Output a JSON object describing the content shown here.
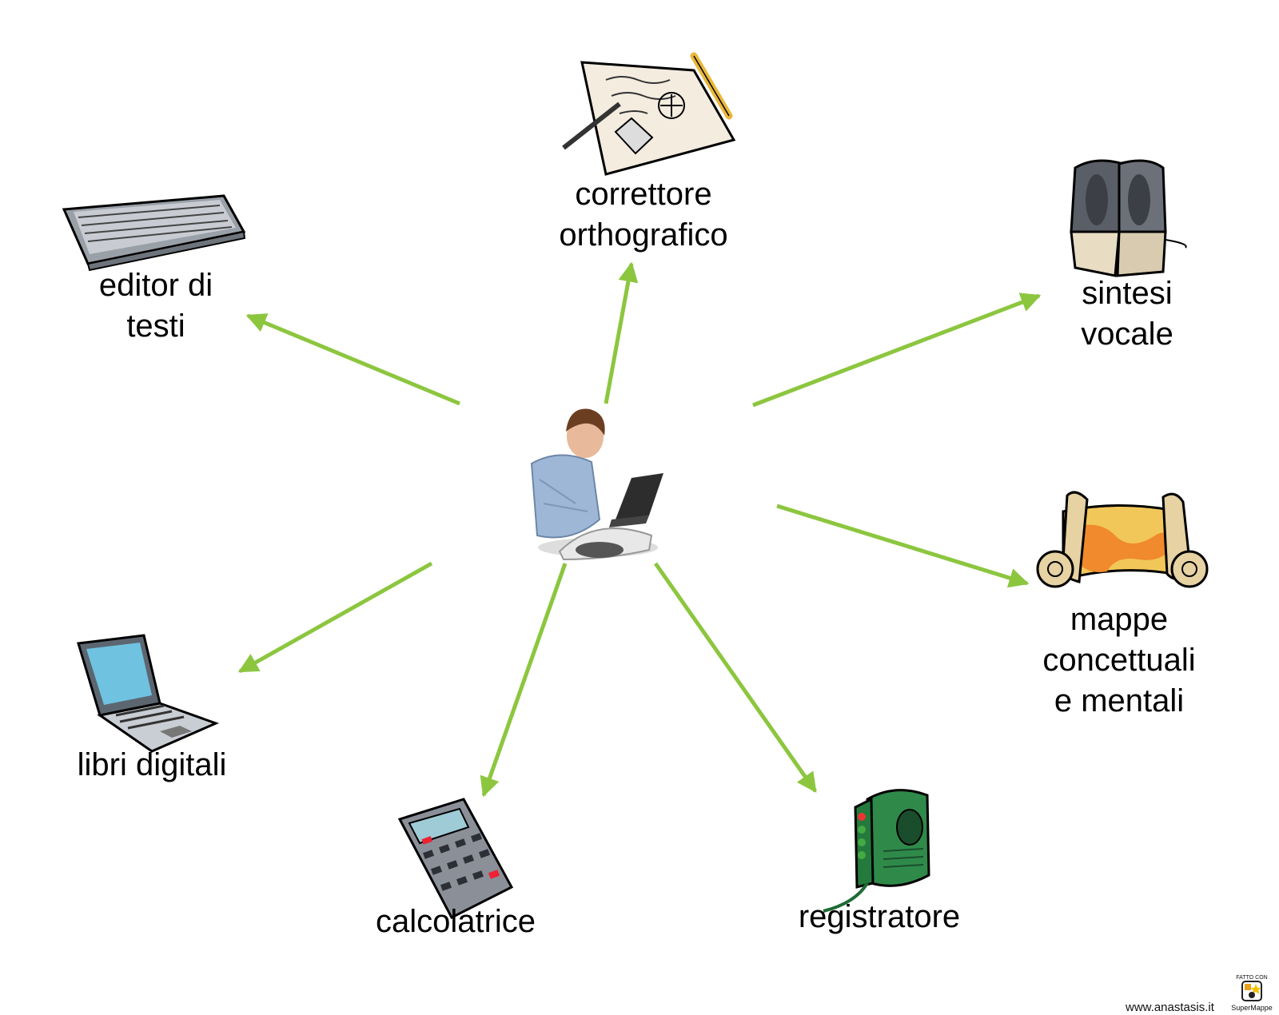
{
  "center": {
    "icon": "student-with-laptop"
  },
  "nodes": [
    {
      "id": "correttore",
      "label": "correttore\northografico",
      "icon": "document-pen-icon"
    },
    {
      "id": "sintesi",
      "label": "sintesi\nvocale",
      "icon": "speakers-icon"
    },
    {
      "id": "mappe",
      "label": "mappe\nconcettuali\ne mentali",
      "icon": "scroll-map-icon"
    },
    {
      "id": "registratore",
      "label": "registratore",
      "icon": "voice-recorder-icon"
    },
    {
      "id": "calcolatrice",
      "label": "calcolatrice",
      "icon": "calculator-icon"
    },
    {
      "id": "libri",
      "label": "libri digitali",
      "icon": "laptop-icon"
    },
    {
      "id": "editor",
      "label": "editor di\ntesti",
      "icon": "keyboard-icon"
    }
  ],
  "colors": {
    "arrow": "#8cc63f",
    "text": "#000000"
  },
  "footer": {
    "site": "www.anastasis.it",
    "logo_text": "FATTO CON SuperMappe"
  }
}
